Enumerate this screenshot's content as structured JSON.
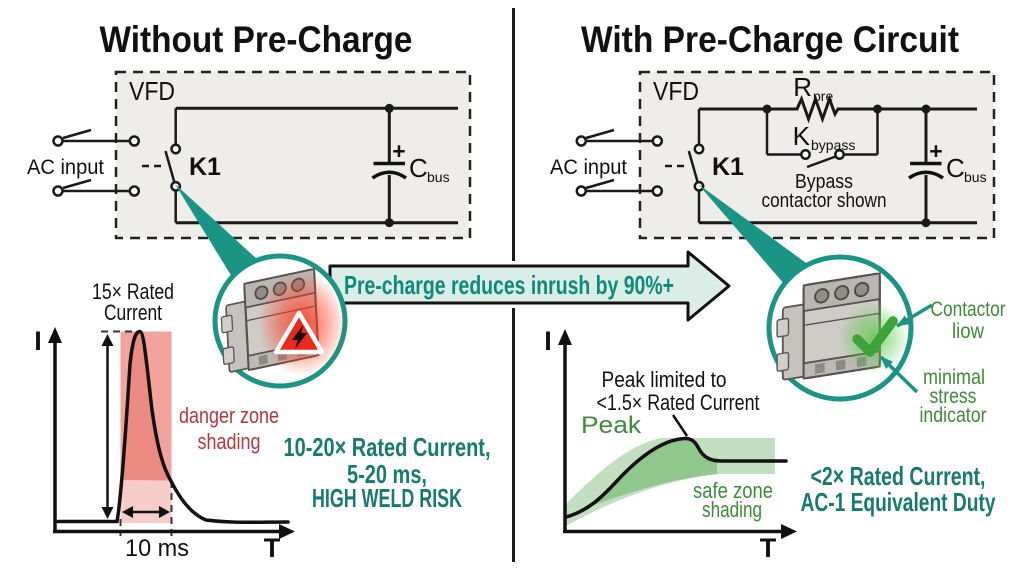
{
  "banner": {
    "text": "Pre-charge reduces inrush by 90%+"
  },
  "left_panel": {
    "title": "Without Pre-Charge",
    "circuit": {
      "vfd": "VFD",
      "ac_input": "AC input",
      "k1": "K1",
      "cap_plus": "+",
      "cap_main": "C",
      "cap_sub": "bus"
    },
    "graph": {
      "y_axis": "I",
      "x_axis": "T",
      "peak_line1": "15× Rated",
      "peak_line2": "Current",
      "danger_line1": "danger zone",
      "danger_line2": "shading",
      "time_label": "10 ms",
      "stat_line1": "10-20× Rated Current,",
      "stat_line2": "5-20 ms,",
      "stat_line3": "HIGH WELD RISK"
    }
  },
  "right_panel": {
    "title": "With Pre-Charge Circuit",
    "circuit": {
      "vfd": "VFD",
      "ac_input": "AC input",
      "k1": "K1",
      "r_main": "R",
      "r_sub": "pre",
      "k_main": "K",
      "k_sub": "bypass",
      "bypass_line1": "Bypass",
      "bypass_line2": "contactor shown",
      "cap_plus": "+",
      "cap_main": "C",
      "cap_sub": "bus"
    },
    "graph": {
      "y_axis": "I",
      "x_axis": "T",
      "note_line1": "Peak limited to",
      "note_line2": "<1.5× Rated Current",
      "peak_label": "Peak",
      "safe_line1": "safe zone",
      "safe_line2": "shading",
      "stat_line1": "<2× Rated Current,",
      "stat_line2": "AC-1 Equivalent Duty"
    },
    "callouts": {
      "contactor_line1": "Contactor",
      "contactor_line2": "liow",
      "stress_line1": "minimal",
      "stress_line2": "stress",
      "stress_line3": "indicator"
    }
  },
  "colors": {
    "accent_teal": "#1a9585",
    "banner_fill": "#daeee7",
    "banner_text": "#0d8a7c",
    "stat_teal": "#177a6e",
    "danger_text_red": "#b5383c",
    "danger_band_light": "#f8ccc8",
    "danger_band_mid": "#f2a39e",
    "danger_band_dark": "#ec8b82",
    "safe_text_green": "#3e8b3a",
    "safe_band_light": "#c2dfc0",
    "safe_band_dark": "#8fc78c",
    "warning_triangle_red": "#e8291b",
    "check_green": "#3da339",
    "vfd_box_fill": "#eeedea"
  }
}
